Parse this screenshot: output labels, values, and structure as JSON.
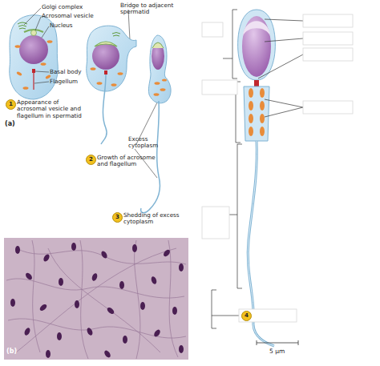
{
  "diagram": {
    "labels": [
      "Golgi complex",
      "Acrosomal vesicle",
      "Nucleus",
      "Basal body",
      "Flagellum",
      "1",
      "Appearance of acrosomal vesicle and flagellum in spermatid",
      "Bridge to adjacent spermatid",
      "2",
      "Growth of acrosome and flagellum",
      "Excess cytoplasm",
      "3",
      "Shedding of excess cytoplasm",
      "(a)",
      "(b)",
      "4",
      "5 µm"
    ]
  }
}
